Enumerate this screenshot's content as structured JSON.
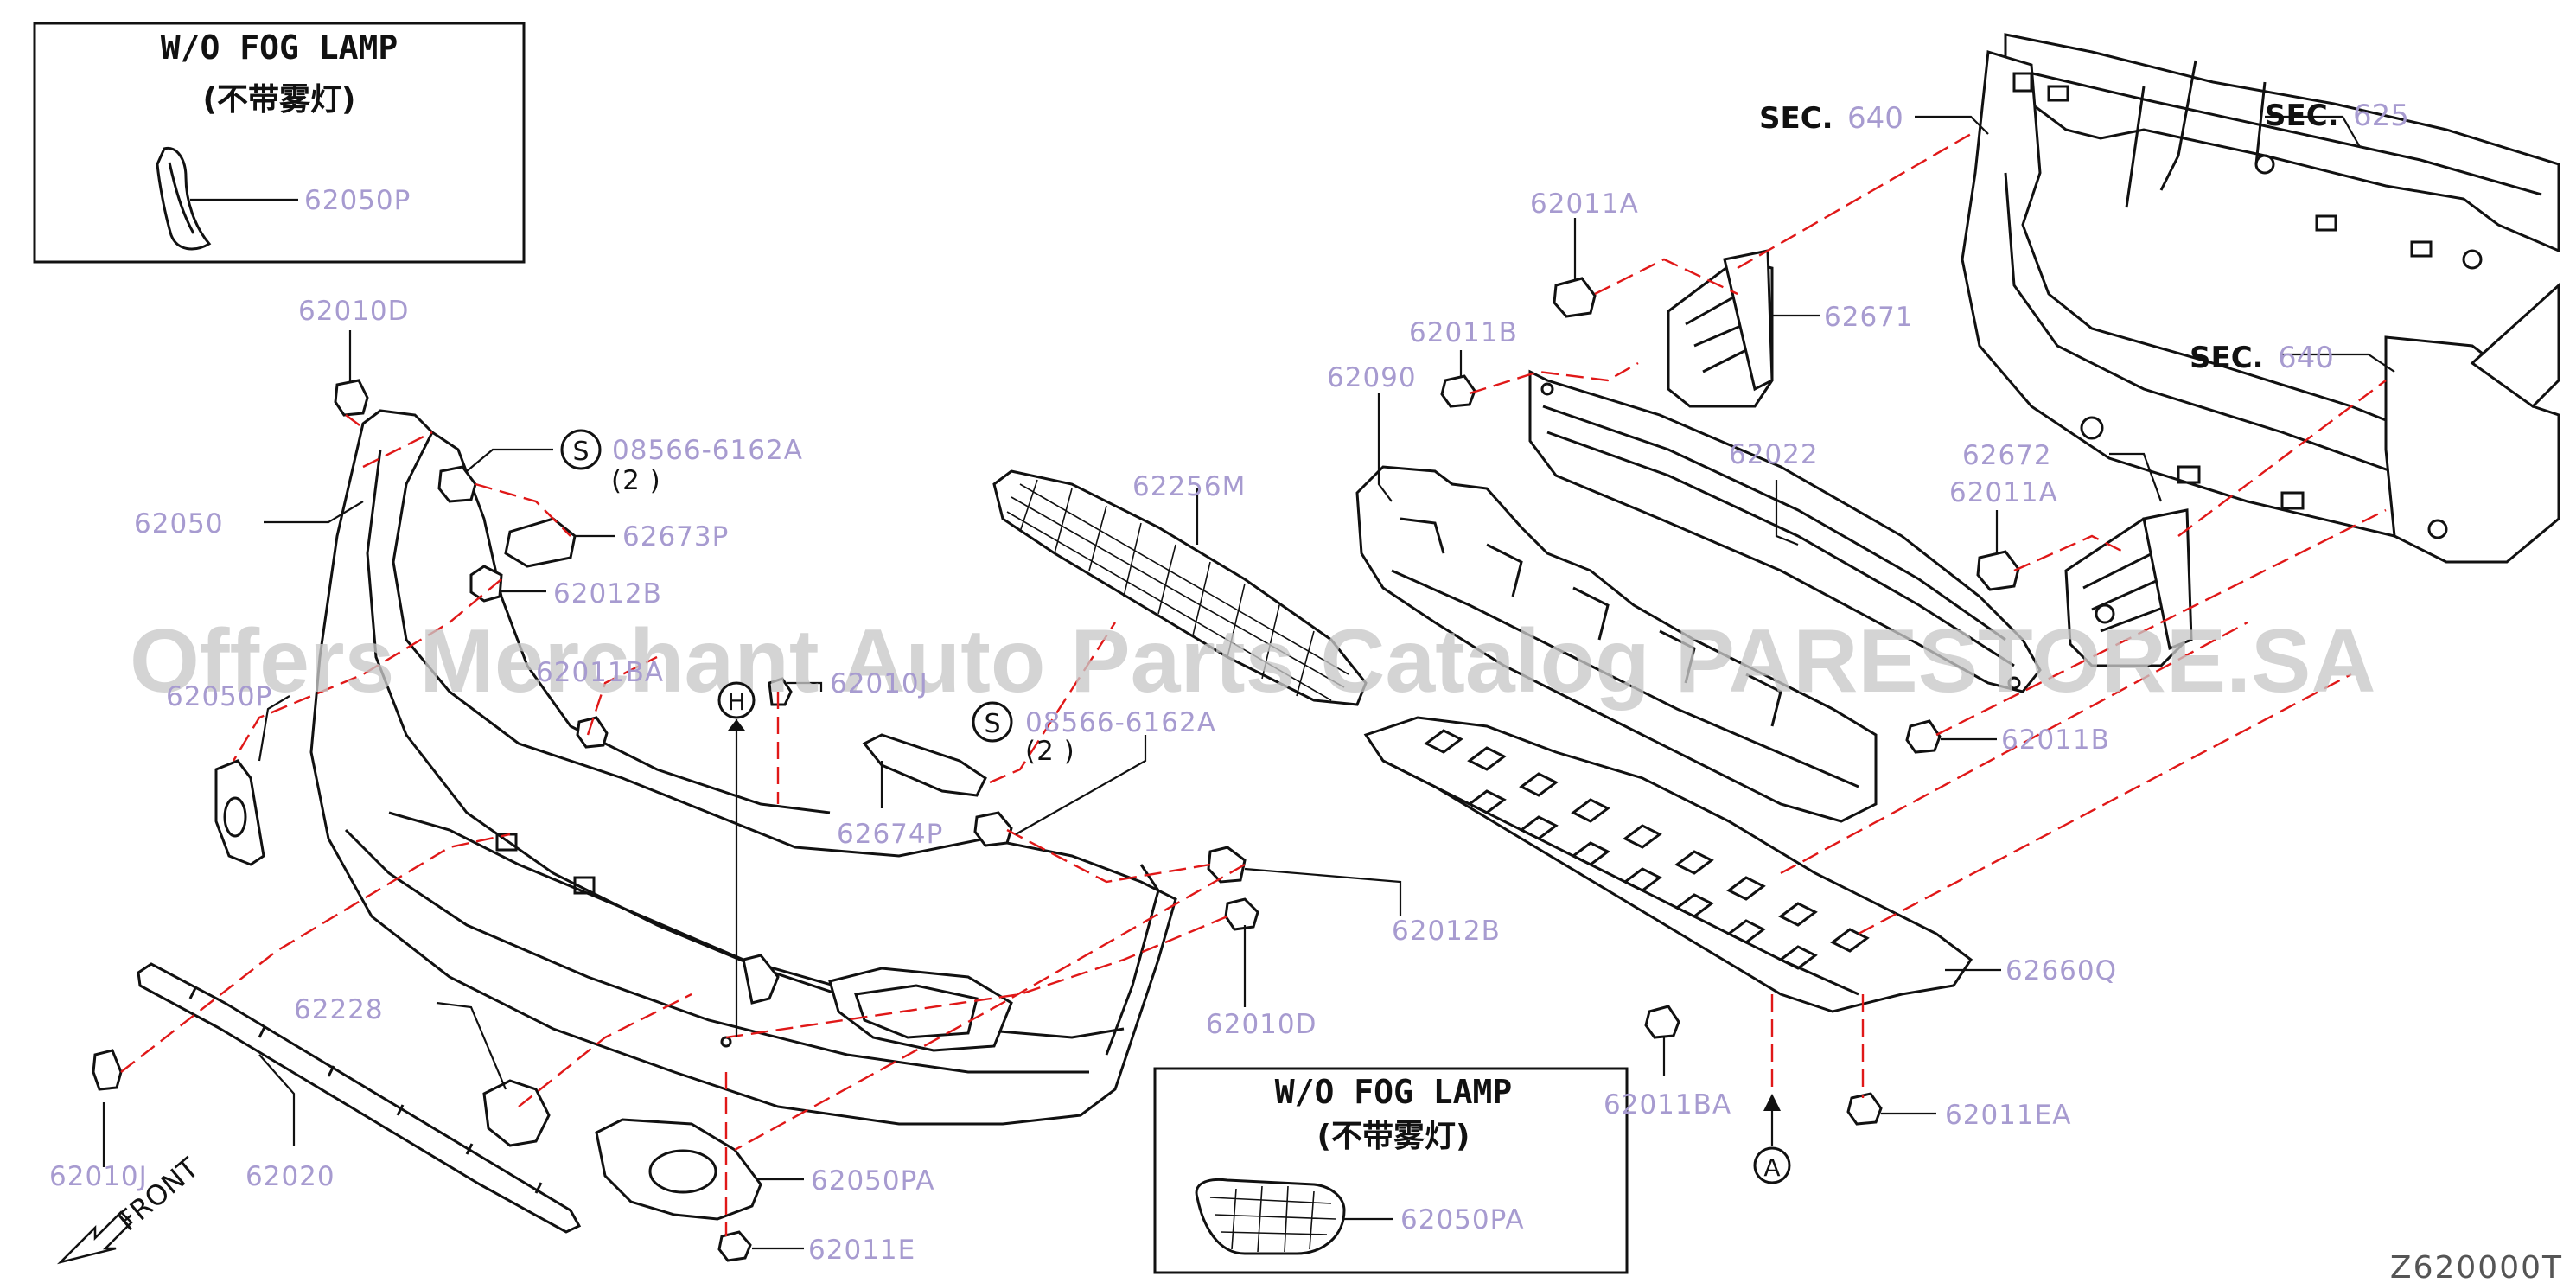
{
  "inset_top": {
    "title": "W/O FOG LAMP",
    "subtitle": "(不带雾灯)",
    "part": "62050P"
  },
  "inset_bottom": {
    "title": "W/O FOG LAMP",
    "subtitle": "(不带雾灯)",
    "part": "62050PA"
  },
  "sections": {
    "sec640_top": "SEC.",
    "sec640_top_num": "640",
    "sec625": "SEC.",
    "sec625_num": "625",
    "sec640_right": "SEC.",
    "sec640_right_num": "640"
  },
  "callouts": {
    "c62010D_top": "62010D",
    "c62050": "62050",
    "c08566_top": "08566-6162A",
    "c08566_top_qty": "(2 )",
    "c62673P": "62673P",
    "c62012B_left": "62012B",
    "c62011BA_left": "62011BA",
    "c62050P": "62050P",
    "c62010J_mid": "62010J",
    "c08566_mid": "08566-6162A",
    "c08566_mid_qty": "(2 )",
    "c62674P": "62674P",
    "c62256M": "62256M",
    "c62012B_right": "62012B",
    "c62010D_bot": "62010D",
    "c62228": "62228",
    "c62020": "62020",
    "c62010J_bot": "62010J",
    "c62050PA": "62050PA",
    "c62011E": "62011E",
    "c62011A_top": "62011A",
    "c62671": "62671",
    "c62011B_top": "62011B",
    "c62090": "62090",
    "c62022": "62022",
    "c62672": "62672",
    "c62011A_right": "62011A",
    "c62011B_right": "62011B",
    "c62660Q": "62660Q",
    "c62011BA_bot": "62011BA",
    "c62011EA": "62011EA"
  },
  "markers": {
    "A": "A",
    "H": "H",
    "S1": "S",
    "S2": "S"
  },
  "front_label": "FRONT",
  "diagram_code": "Z620000T",
  "watermark": "Offers Merchant Auto Parts Catalog PARESTORE.SA",
  "colors": {
    "callout": "#a79bd0",
    "dash": "#e01818",
    "ink": "#111111"
  }
}
